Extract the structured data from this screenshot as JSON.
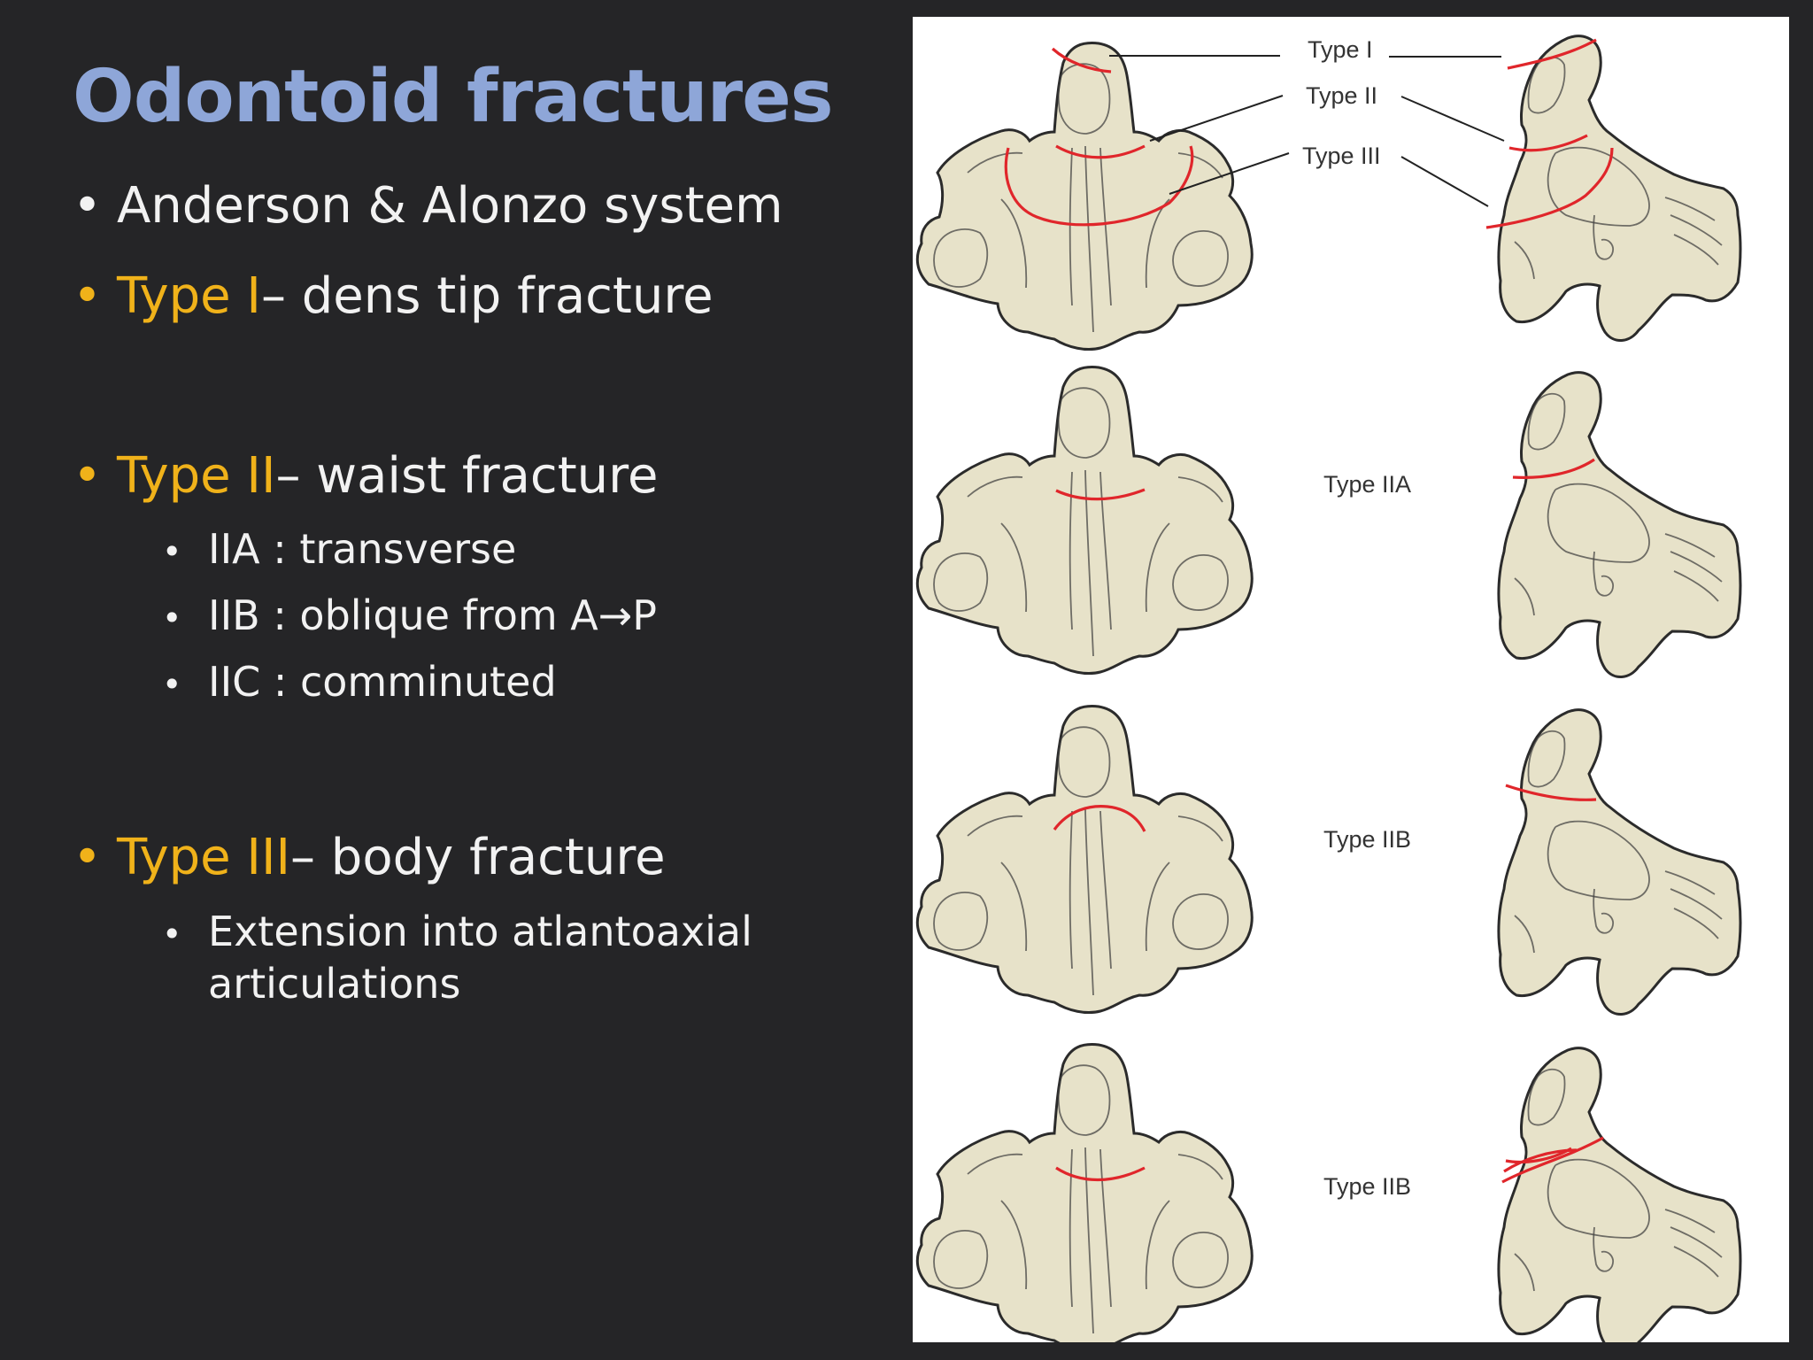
{
  "title": "Odontoid fractures",
  "bullets": {
    "system": "Anderson & Alonzo system",
    "type1": {
      "label": "Type I",
      "text": " – dens tip fracture"
    },
    "type2": {
      "label": "Type II",
      "text": " – waist fracture",
      "subs": [
        "IIA : transverse",
        "IIB : oblique from A→P",
        "IIC : comminuted"
      ]
    },
    "type3": {
      "label": "Type III",
      "text": " – body fracture",
      "subs": [
        "Extension into atlantoaxial",
        "articulations"
      ]
    }
  },
  "figure": {
    "labels": [
      "Type I",
      "Type II",
      "Type III",
      "Type IIA",
      "Type IIB",
      "Type IIB"
    ]
  },
  "colors": {
    "title": "#8ea6d8",
    "highlight": "#f0b21a",
    "text": "#f2f2f2",
    "background": "#252527",
    "bone": "#e7e2c9",
    "fracture": "#e0262b"
  }
}
